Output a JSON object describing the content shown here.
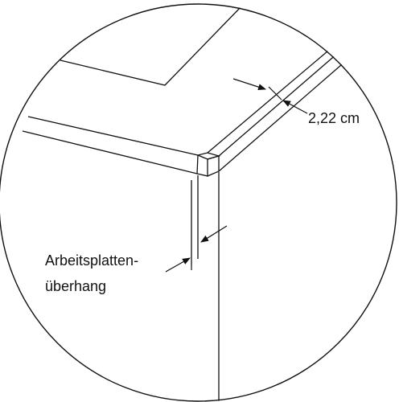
{
  "labels": {
    "thickness_dimension": "2,22 cm",
    "overhang_line1": "Arbeitsplatten-",
    "overhang_line2": "überhang"
  },
  "colors": {
    "line": "#111111",
    "background": "#ffffff"
  }
}
